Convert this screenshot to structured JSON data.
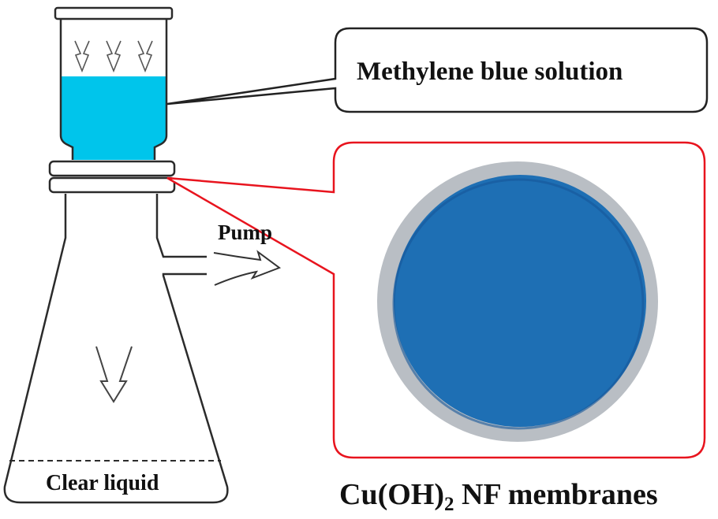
{
  "labels": {
    "solution": "Methylene blue solution",
    "pump": "Pump",
    "clear_liquid": "Clear liquid",
    "membrane_main": "Cu(OH)",
    "membrane_sub": "2",
    "membrane_rest": " NF membranes"
  },
  "colors": {
    "solution": "#00c5eb",
    "membrane_blue": "#1e6fb4",
    "membrane_rim": "#b9bec4",
    "callout_red": "#e8141e",
    "outline": "#2b2b2b"
  },
  "icons": [
    "flow-arrow-icon",
    "pump-arrow-icon"
  ]
}
